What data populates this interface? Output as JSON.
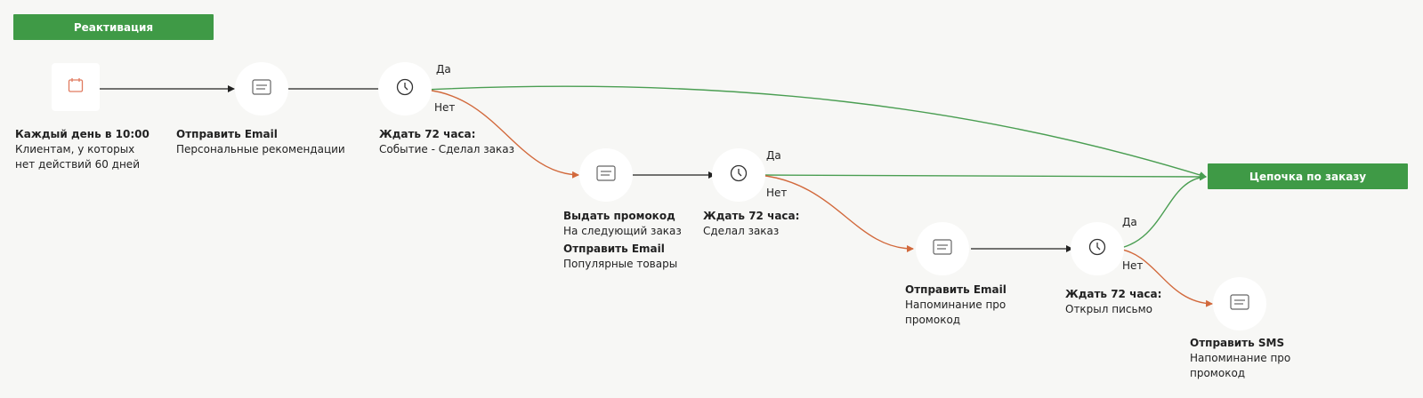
{
  "banners": {
    "start": "Реактивация",
    "end": "Цепочка по заказу"
  },
  "nodes": {
    "trigger": {
      "icon": "calendar-icon",
      "title": "Каждый день в 10:00",
      "desc": "Клиентам, у которых\nнет действий 60 дней"
    },
    "email1": {
      "icon": "message-icon",
      "title": "Отправить Email",
      "desc": "Персональные рекомендации"
    },
    "wait1": {
      "icon": "clock-icon",
      "title": "Ждать 72 часа:",
      "desc": "Событие - Сделал заказ"
    },
    "promo": {
      "icon": "message-icon",
      "title": "Выдать промокод",
      "desc": "На следующий заказ",
      "title2": "Отправить Email",
      "desc2": "Популярные товары"
    },
    "wait2": {
      "icon": "clock-icon",
      "title": "Ждать 72 часа:",
      "desc": "Сделал заказ"
    },
    "email3": {
      "icon": "message-icon",
      "title": "Отправить Email",
      "desc": "Напоминание про\nпромокод"
    },
    "wait3": {
      "icon": "clock-icon",
      "title": "Ждать 72 часа:",
      "desc": "Открыл письмо"
    },
    "sms": {
      "icon": "message-icon",
      "title": "Отправить SMS",
      "desc": "Напоминание про\nпромокод"
    }
  },
  "branches": {
    "yes": "Да",
    "no": "Нет"
  },
  "colors": {
    "accent": "#3f9a46",
    "yes_line": "#4a9e52",
    "no_line": "#d2693c",
    "line": "#222222",
    "trigger_icon": "#e07a5f"
  }
}
